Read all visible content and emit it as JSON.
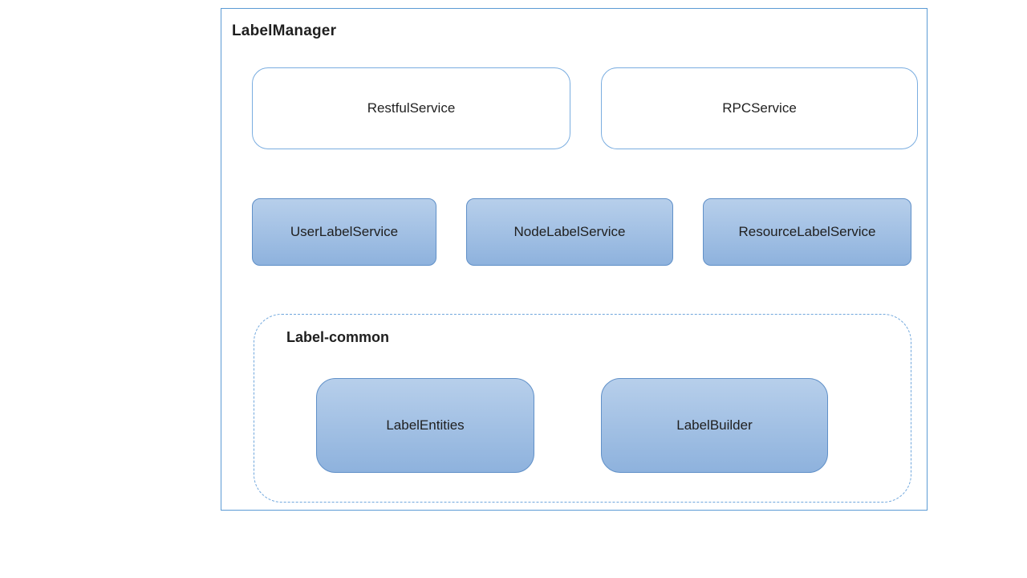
{
  "diagram": {
    "title": "LabelManager",
    "api_services": [
      {
        "label": "RestfulService"
      },
      {
        "label": "RPCService"
      }
    ],
    "label_services": [
      {
        "label": "UserLabelService"
      },
      {
        "label": "NodeLabelService"
      },
      {
        "label": "ResourceLabelService"
      }
    ],
    "common": {
      "title": "Label-common",
      "components": [
        {
          "label": "LabelEntities"
        },
        {
          "label": "LabelBuilder"
        }
      ]
    }
  },
  "colors": {
    "outer-border": "#5b9bd5",
    "service-border": "#7aade0",
    "module-border": "#6090c8",
    "module-fill-top": "#b7cfeb",
    "module-fill-bottom": "#8eb2dd",
    "dashed-border": "#70a7dd",
    "text": "#1f1f1f"
  }
}
